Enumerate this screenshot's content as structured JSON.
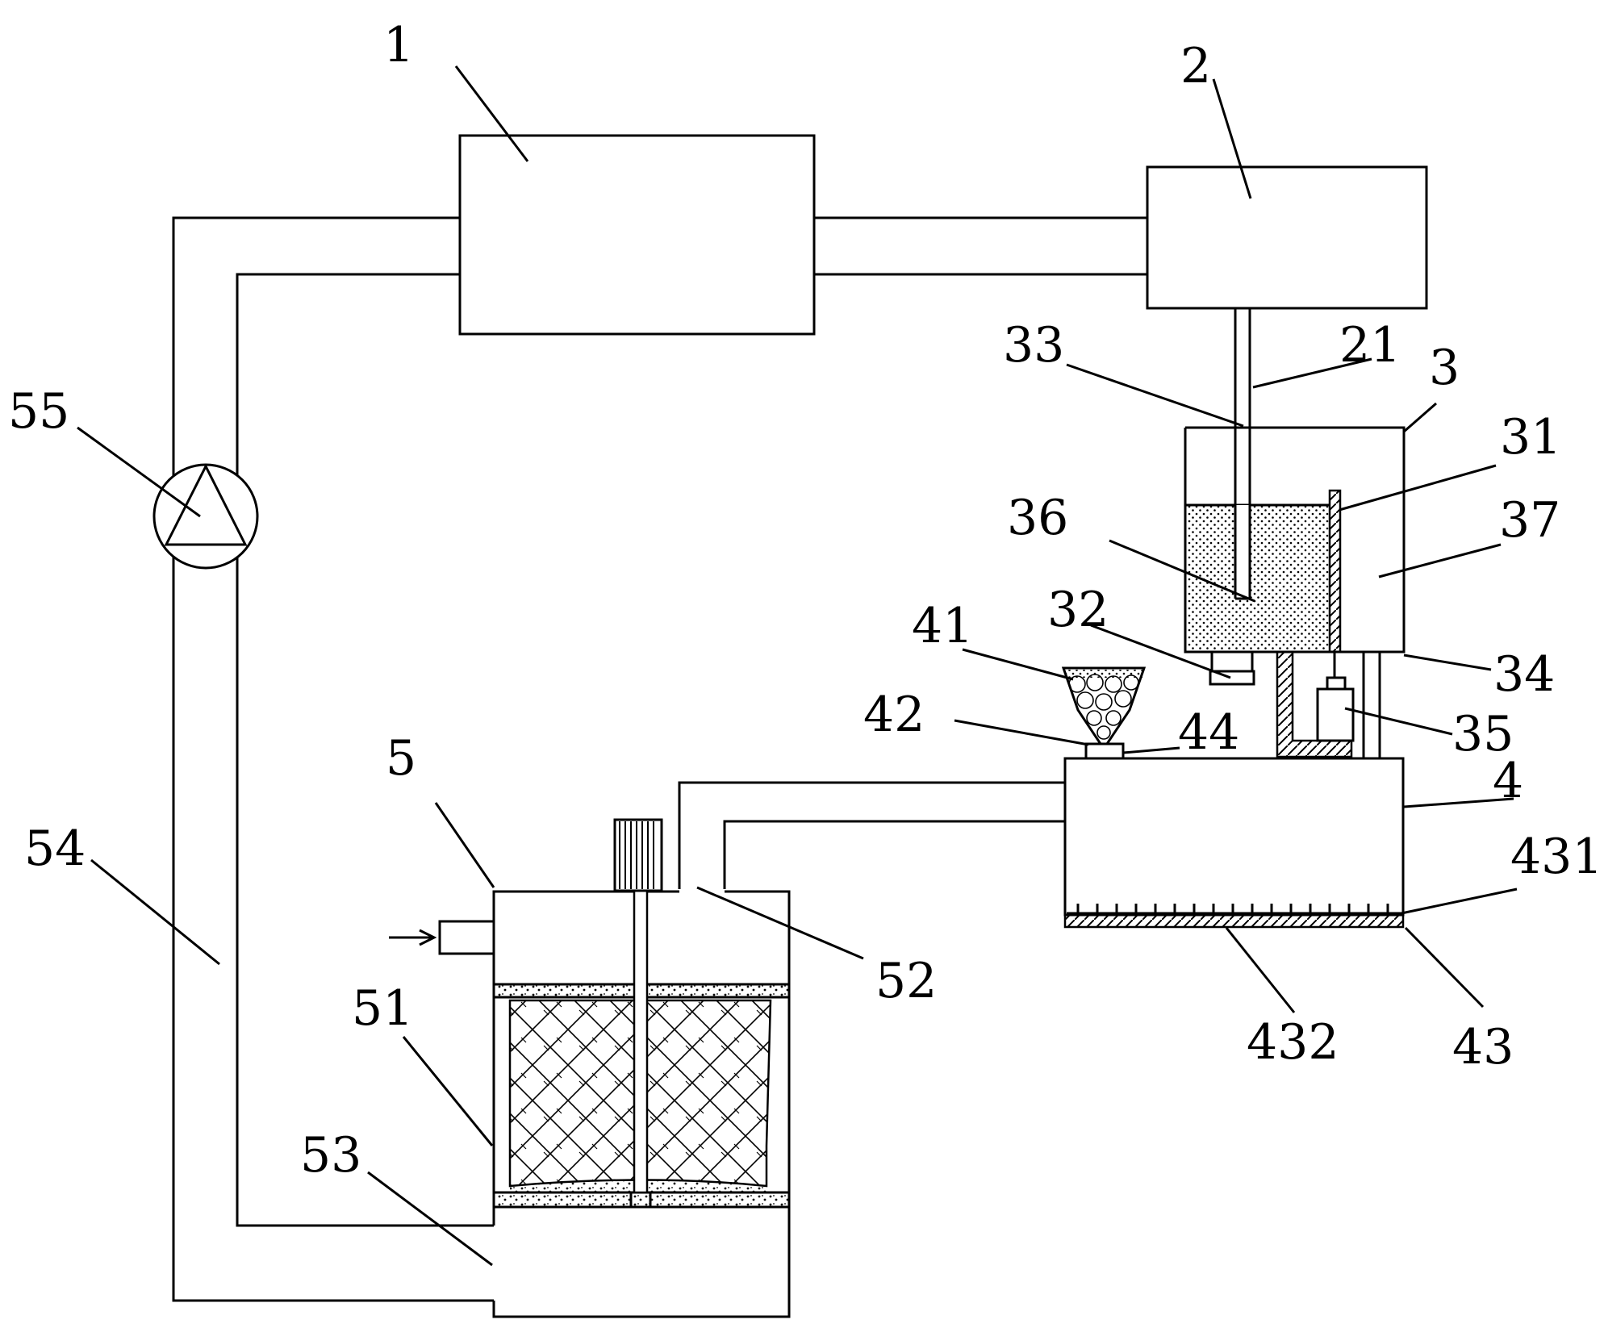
{
  "labels": {
    "l1": "1",
    "l2": "2",
    "l3": "3",
    "l4": "4",
    "l5": "5",
    "l21": "21",
    "l31": "31",
    "l32": "32",
    "l33": "33",
    "l34": "34",
    "l35": "35",
    "l36": "36",
    "l37": "37",
    "l41": "41",
    "l42": "42",
    "l43": "43",
    "l44": "44",
    "l51": "51",
    "l52": "52",
    "l53": "53",
    "l54": "54",
    "l55": "55",
    "l431": "431",
    "l432": "432"
  },
  "colors": {
    "line": "#000000",
    "background": "#ffffff"
  }
}
